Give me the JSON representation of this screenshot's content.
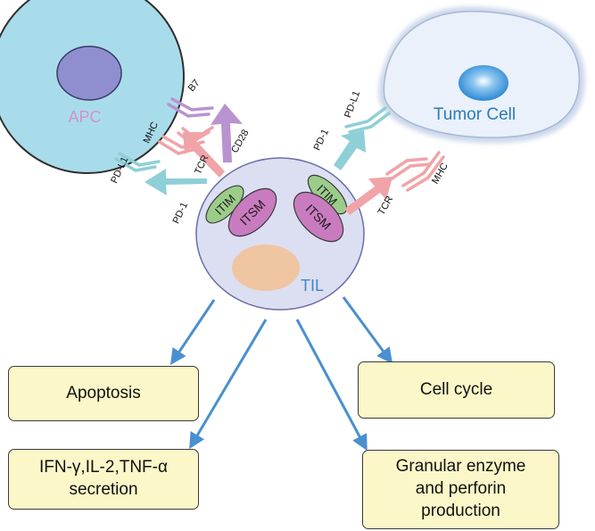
{
  "colors": {
    "apc_fill": "#a9dcea",
    "apc_nucleus": "#8f8fd0",
    "apc_text": "#d591c8",
    "tumor_fill": "#eaf1fa",
    "tumor_nucleus": "#1f7fd0",
    "tumor_text": "#2b7bbf",
    "til_fill": "#dcdff2",
    "til_nucleus": "#efc5a2",
    "til_text": "#3f86c4",
    "itim_fill": "#9ccc8a",
    "itsm_fill": "#c97bbf",
    "pd_color": "#8fcfd7",
    "tcr_color": "#f0a4a8",
    "cd28_color": "#b993cf",
    "effect_arrow": "#4a8fd0",
    "box_fill": "#fbf7c8"
  },
  "cells": {
    "apc": "APC",
    "tumor": "Tumor Cell",
    "til": "TIL"
  },
  "motifs": {
    "itim_left": "ITIM",
    "itsm_left": "ITSM",
    "itim_right": "ITIM",
    "itsm_right": "ITSM"
  },
  "receptors": {
    "b7": "B7",
    "cd28": "CD28",
    "mhc_left": "MHC",
    "tcr_left": "TCR",
    "pdl1_left": "PD-L1",
    "pd1_left": "PD-1",
    "pdl1_right": "PD-L1",
    "pd1_right": "PD-1",
    "tcr_right": "TCR",
    "mhc_right": "MHC"
  },
  "outcomes": {
    "apoptosis": "Apoptosis",
    "cell_cycle": "Cell cycle",
    "cytokines": "IFN-γ,IL-2,TNF-α\nsecretion",
    "granular": "Granular enzyme\nand perforin\nproduction"
  }
}
